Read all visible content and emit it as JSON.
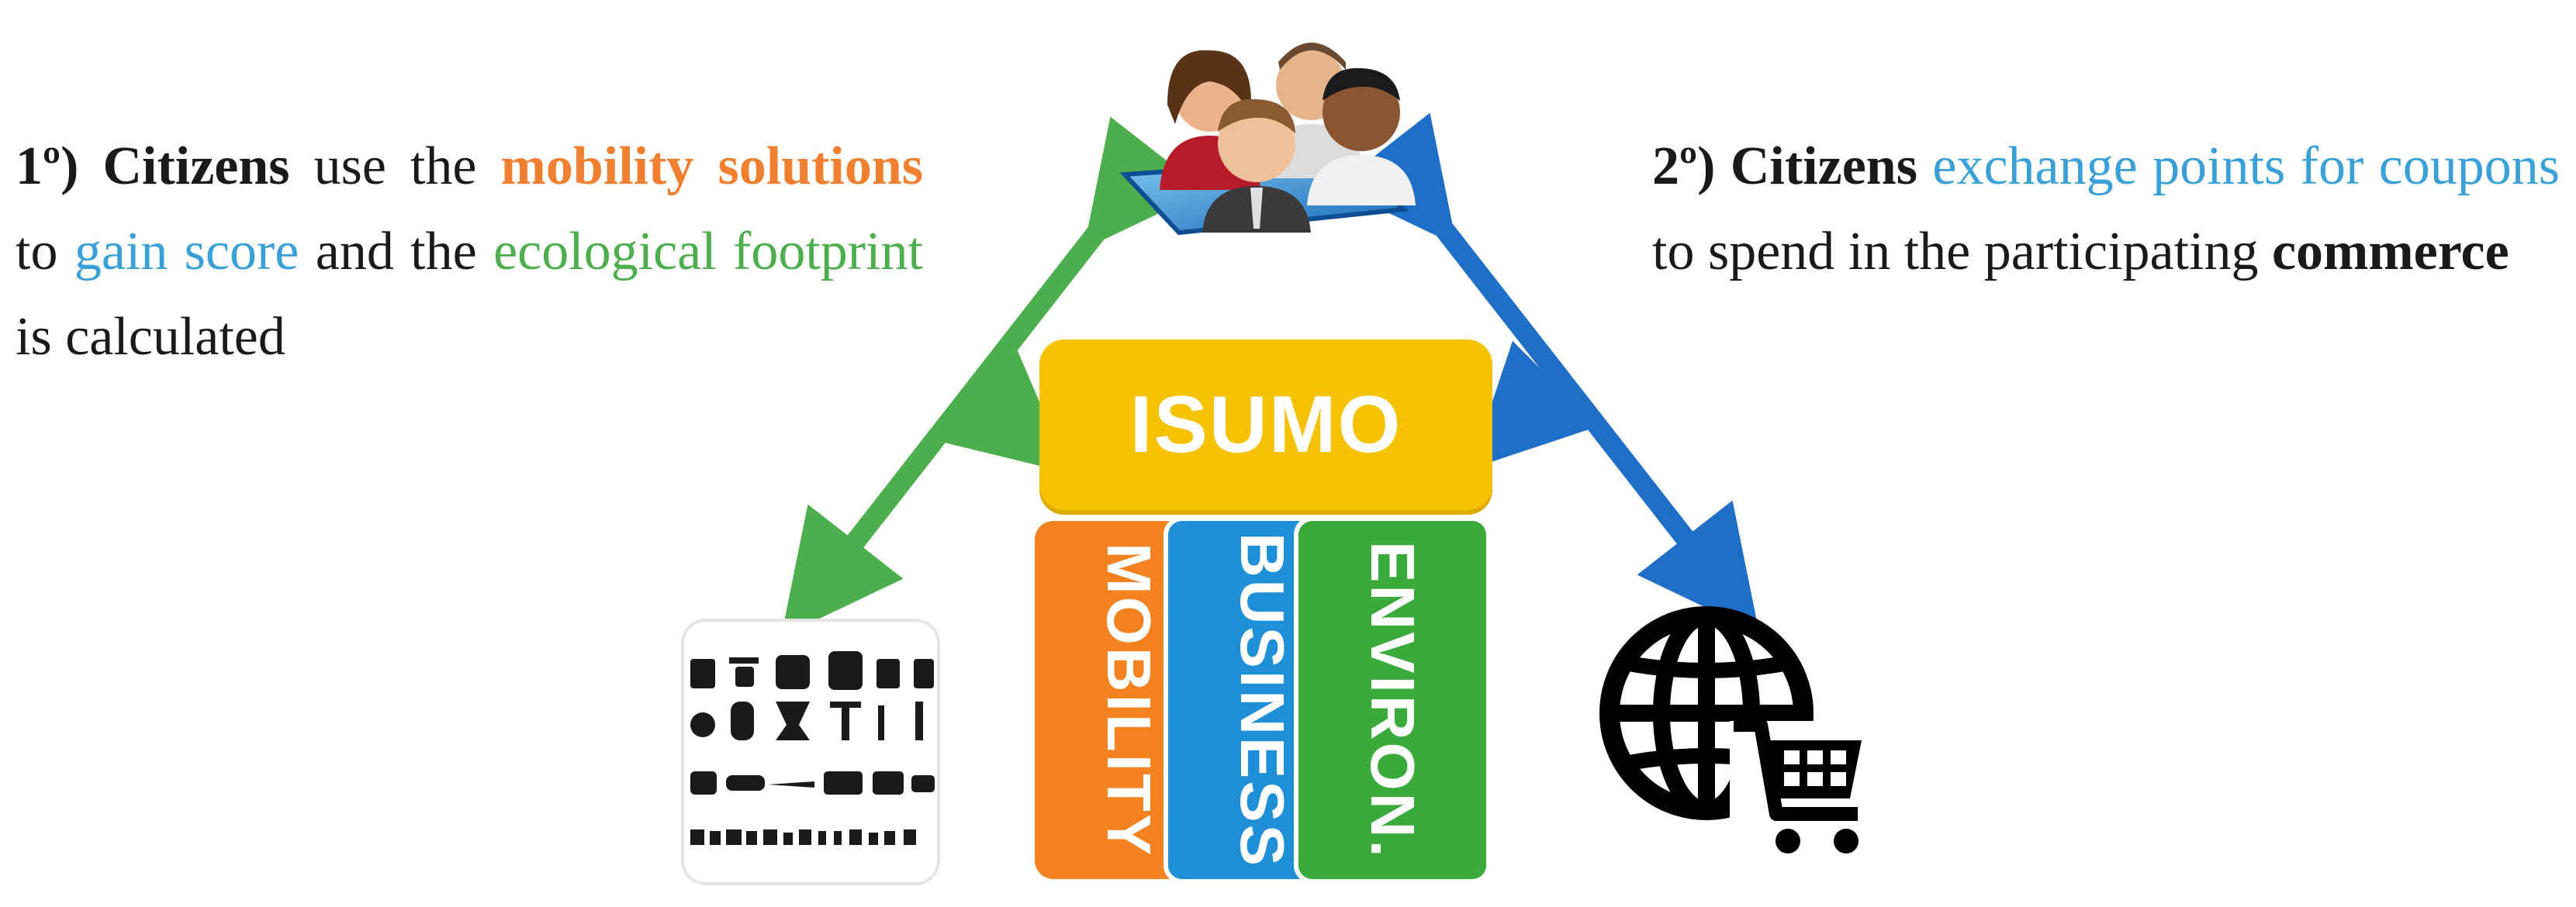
{
  "left_text": {
    "ordinal": "1º)",
    "subject": "Citizens",
    "word1": "use the",
    "mobility_solutions": "mobility solutions",
    "word2": "to",
    "gain_score": "gain score",
    "word3": "and the",
    "ecological_footprint": "ecological footprint",
    "word4": "is calculated"
  },
  "right_text": {
    "ordinal": "2º)",
    "subject": "Citizens",
    "exchange": "exchange points for coupons",
    "word1": "to spend in the participating",
    "commerce": "commerce"
  },
  "center": {
    "title": "ISUMO",
    "pillars": [
      "MOBILITY",
      "BUSINESS",
      "ENVIRON."
    ]
  },
  "icons": {
    "top": "group-of-people-icon",
    "bottom_left": "transport-vehicles-icon",
    "bottom_right": "globe-shopping-cart-icon"
  },
  "colors": {
    "mobility": "#f58220",
    "business": "#1f8fd8",
    "environment": "#3aab3a",
    "isumo": "#f5c200",
    "arrow_left": "#4cae4c",
    "arrow_right": "#1f6fc8"
  }
}
